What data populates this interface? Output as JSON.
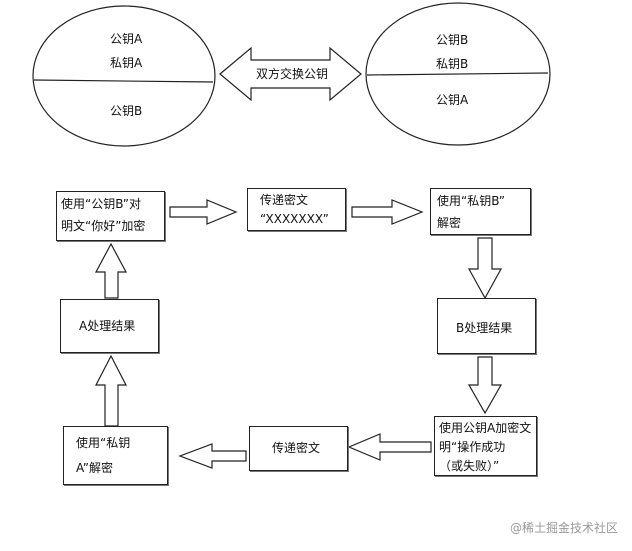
{
  "left_ellipse": {
    "top_lines": [
      "公钥A",
      "私钥A"
    ],
    "bottom_line": "公钥B"
  },
  "right_ellipse": {
    "top_lines": [
      "公钥B",
      "私钥B"
    ],
    "bottom_line": "公钥A"
  },
  "exchange_label": "双方交换公钥",
  "boxes": {
    "encrypt_b": [
      "使用“公钥B”对",
      "明文“你好”加密"
    ],
    "transfer_top": [
      "传递密文",
      "“XXXXXXX”"
    ],
    "decrypt_b": [
      "使用“私钥B”",
      "解密"
    ],
    "process_b": [
      "B处理结果"
    ],
    "encrypt_a": [
      "使用公钥A加密文",
      "明“操作成功",
      "（或失败）”"
    ],
    "transfer_bottom": [
      "传递密文"
    ],
    "decrypt_a": [
      "使用“私钥",
      "A”解密"
    ],
    "process_a": [
      "A处理结果"
    ]
  },
  "watermark": "@稀土掘金技术社区"
}
